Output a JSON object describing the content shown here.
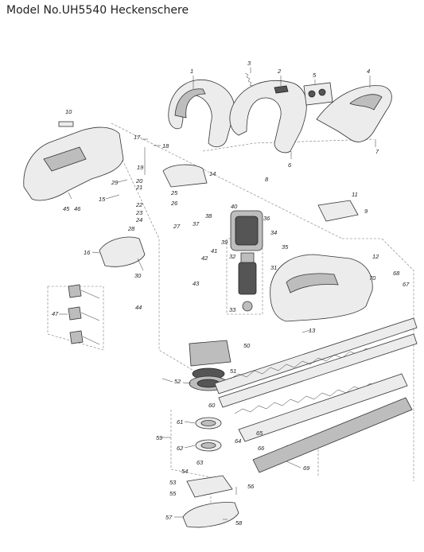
{
  "header": {
    "title": "Model No.UH5540 Heckenschere"
  },
  "callouts": [
    "1",
    "2",
    "3",
    "4",
    "5",
    "6",
    "7",
    "8",
    "9",
    "10",
    "11",
    "12",
    "13",
    "14",
    "15",
    "16",
    "17",
    "18",
    "19",
    "20",
    "21",
    "22",
    "23",
    "24",
    "25",
    "26",
    "27",
    "28",
    "29",
    "30",
    "31",
    "32",
    "33",
    "34",
    "35",
    "36",
    "37",
    "38",
    "39",
    "40",
    "41",
    "42",
    "43",
    "44",
    "45",
    "46",
    "47",
    "50",
    "51",
    "52",
    "53",
    "54",
    "55",
    "56",
    "57",
    "58",
    "59",
    "60",
    "61",
    "62",
    "63",
    "64",
    "65",
    "66",
    "67",
    "68",
    "69",
    "70"
  ]
}
